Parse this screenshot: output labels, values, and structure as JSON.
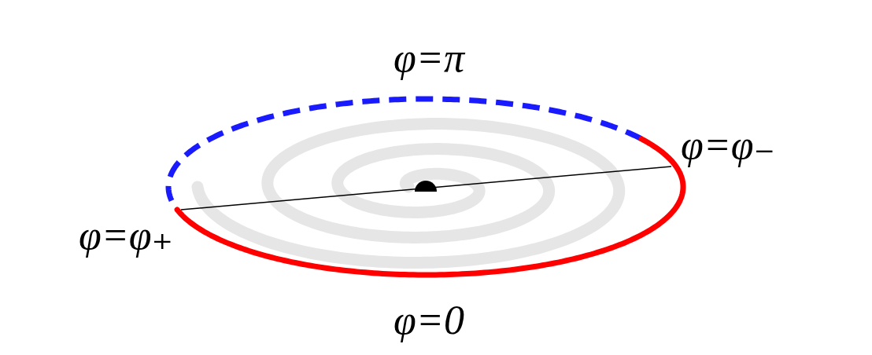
{
  "diagram": {
    "labels": [
      "φ=π",
      "φ=φ₋",
      "φ=φ₊",
      "φ=0"
    ]
  }
}
